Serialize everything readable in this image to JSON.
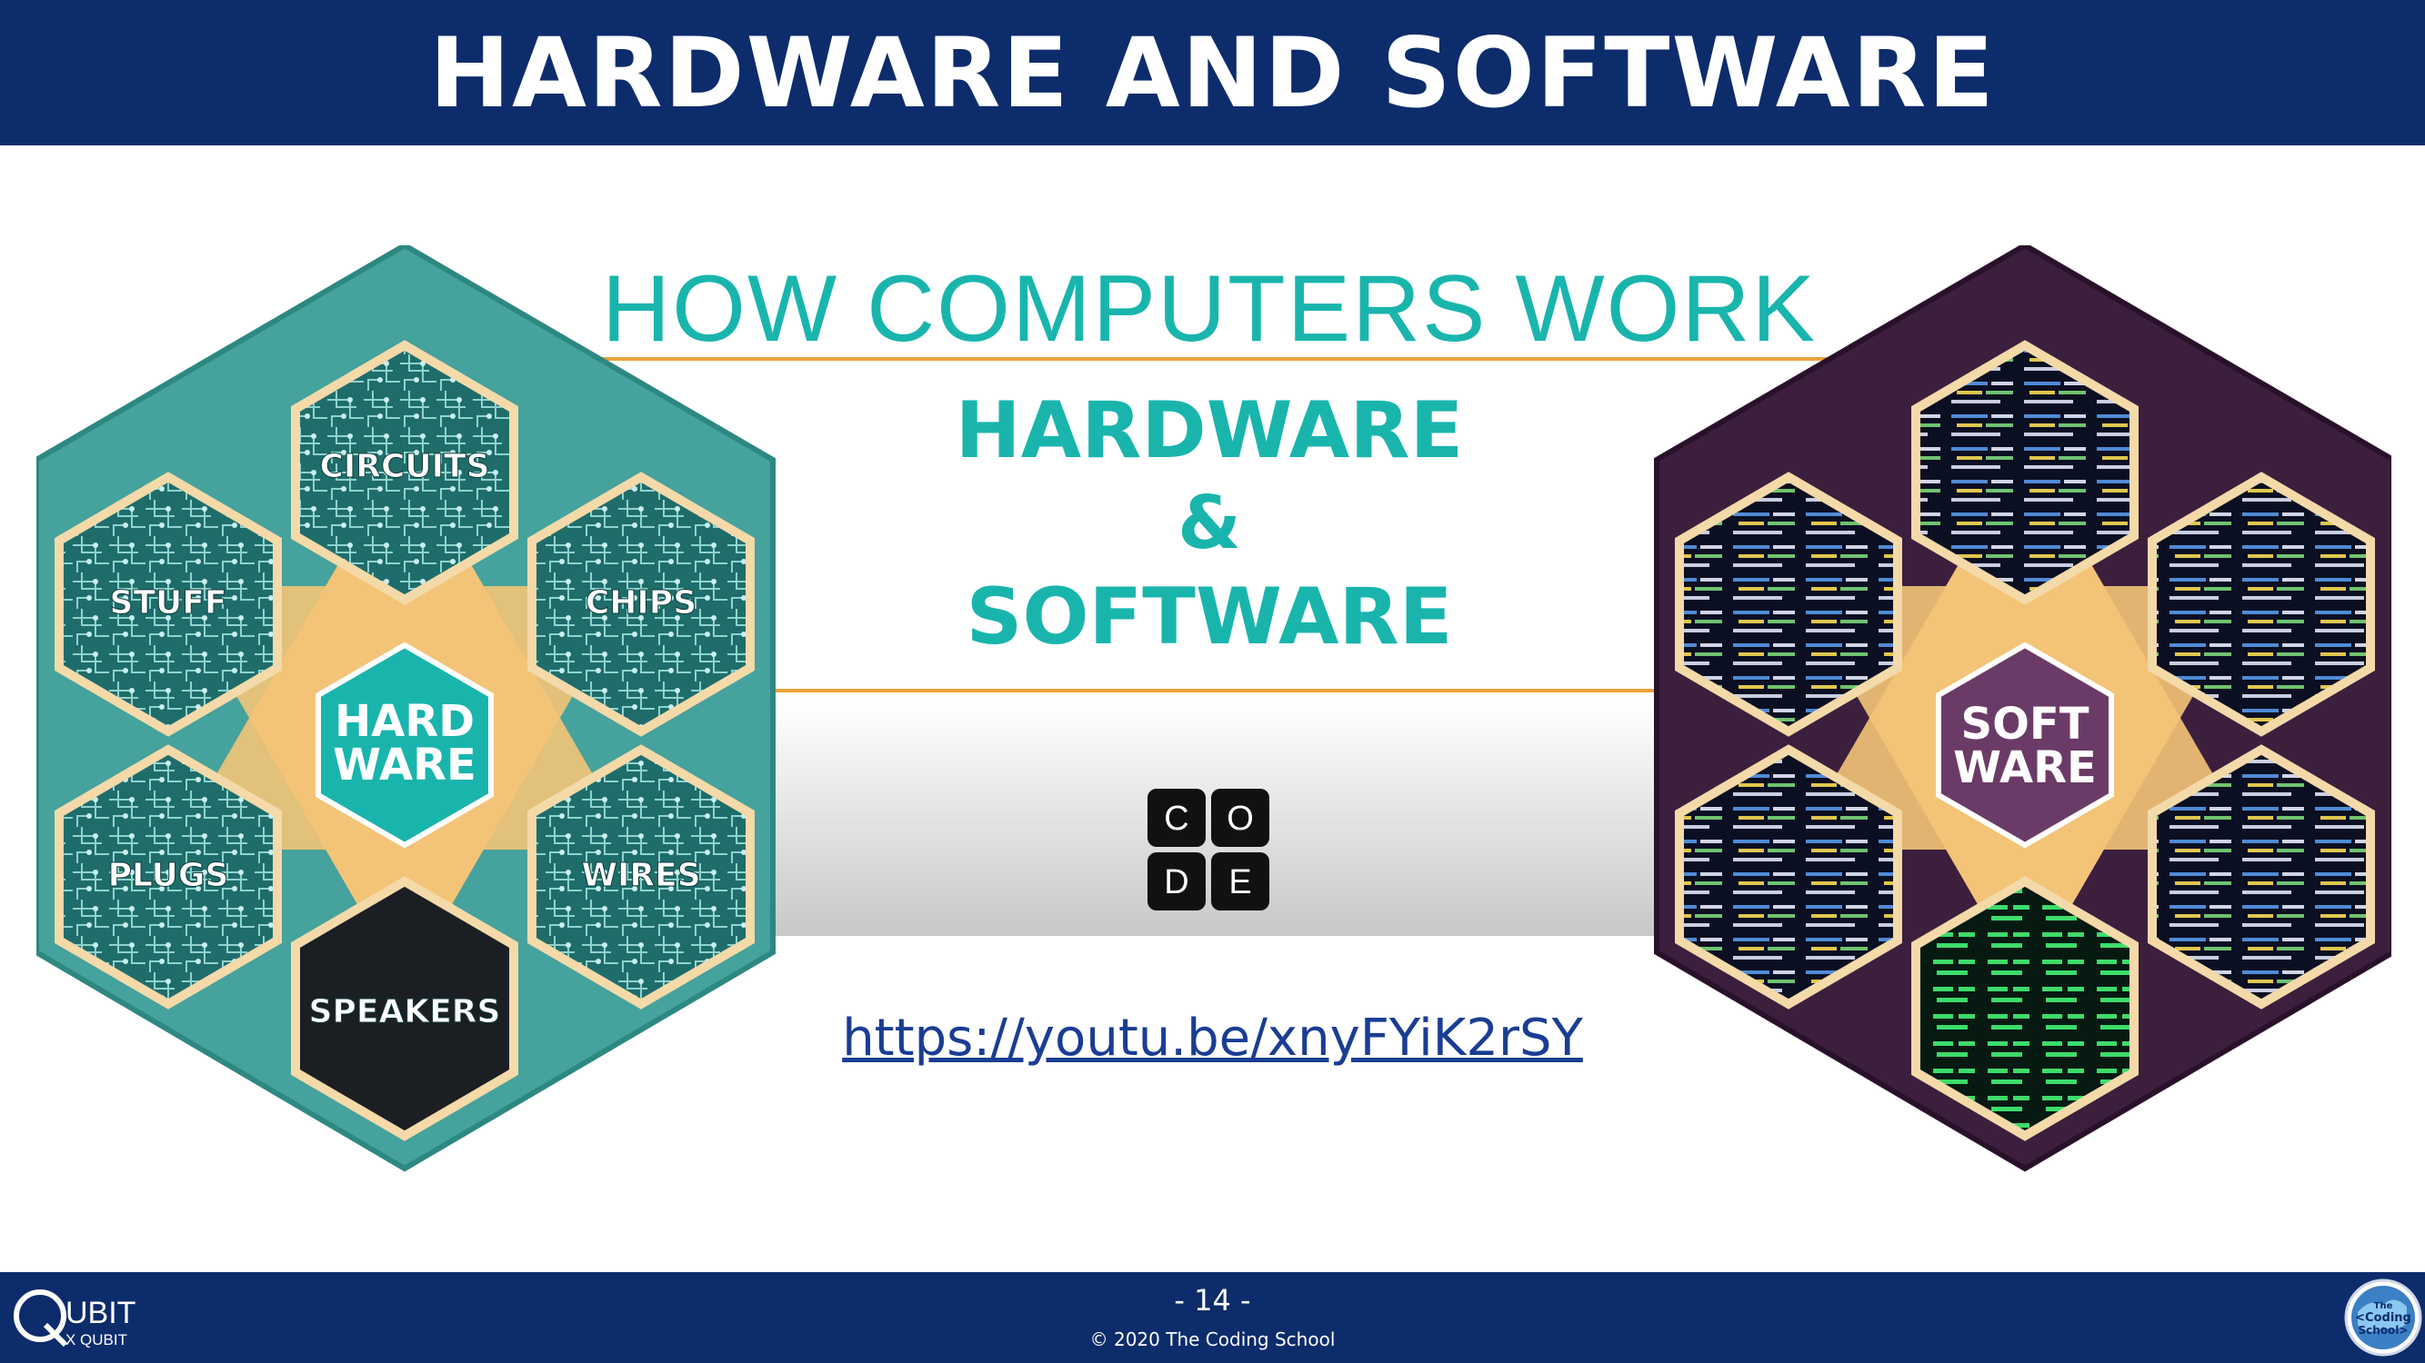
{
  "slide": {
    "title": "HARDWARE AND SOFTWARE",
    "page_number": "- 14 -",
    "copyright": "© 2020 The Coding School",
    "link": "https://youtu.be/xnyFYiK2rSY"
  },
  "logos": {
    "qubit_main": "UBIT",
    "qubit_sub": "X QUBIT",
    "school_line1": "The",
    "school_line2": "<Coding",
    "school_line3": "School>"
  },
  "video": {
    "headline": "HOW COMPUTERS WORK",
    "subtitle_line1": "HARDWARE",
    "subtitle_line2": "&",
    "subtitle_line3": "SOFTWARE",
    "code_logo": [
      "C",
      "O",
      "D",
      "E"
    ],
    "hardware": {
      "center_line1": "HARD",
      "center_line2": "WARE",
      "labels": [
        "CIRCUITS",
        "STUFF",
        "CHIPS",
        "PLUGS",
        "WIRES",
        "SPEAKERS"
      ]
    },
    "software": {
      "center_line1": "SOFT",
      "center_line2": "WARE"
    }
  },
  "colors": {
    "navy": "#0d2c6c",
    "teal": "#19b5ad",
    "purple": "#3c1f3d",
    "gold": "#e8a33a"
  }
}
